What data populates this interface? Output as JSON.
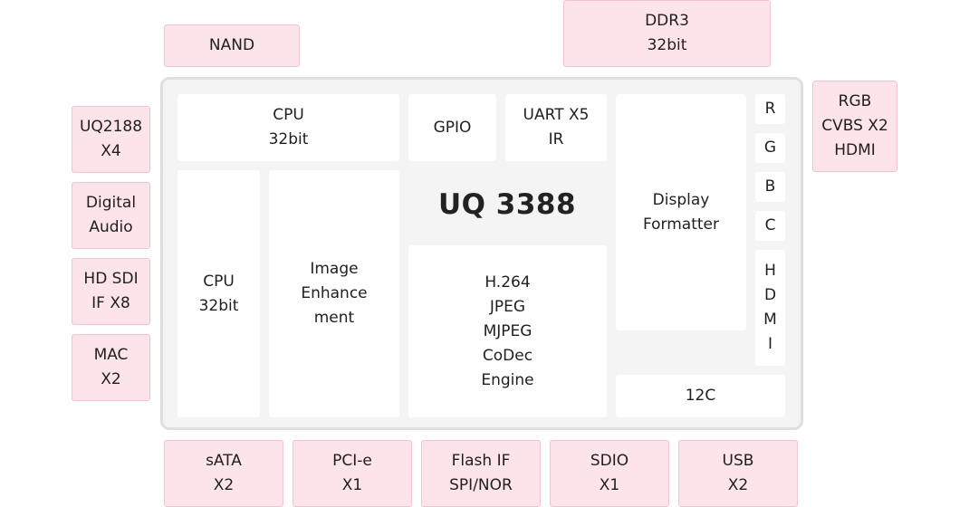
{
  "chip": {
    "title": "UQ 3388"
  },
  "external": {
    "top": {
      "nand": "NAND",
      "ddr": "DDR3\n32bit"
    },
    "left": {
      "uq2188": "UQ2188\nX4",
      "digital_audio": "Digital\nAudio",
      "hd_sdi": "HD SDI\nIF X8",
      "mac": "MAC\nX2"
    },
    "right": {
      "video_out": "RGB\nCVBS X2\nHDMI"
    },
    "bottom": {
      "sata": "sATA\nX2",
      "pcie": "PCI-e\nX1",
      "flash": "Flash IF\nSPI/NOR",
      "sdio": "SDIO\nX1",
      "usb": "USB\nX2"
    }
  },
  "internal": {
    "cpu_top": "CPU\n32bit",
    "gpio": "GPIO",
    "uart": "UART X5\nIR",
    "display_formatter": "Display\nFormatter",
    "cpu_left": "CPU\n32bit",
    "image_enhancement": "Image\nEnhance\nment",
    "codec": "H.264\nJPEG\nMJPEG\nCoDec\nEngine",
    "i2c": "12C",
    "pins": {
      "r": "R",
      "g": "G",
      "b": "B",
      "c": "C",
      "hdmi": "H\nD\nM\nI"
    }
  }
}
